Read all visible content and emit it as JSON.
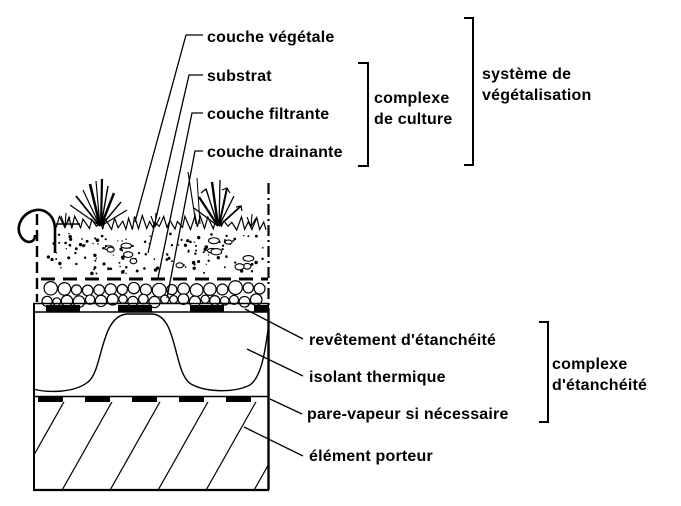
{
  "callouts": {
    "top": [
      {
        "label": "couche végétale"
      },
      {
        "label": "substrat"
      },
      {
        "label": "couche filtrante"
      },
      {
        "label": "couche drainante"
      }
    ],
    "bottom": [
      {
        "label": "revêtement d'étanchéité"
      },
      {
        "label": "isolant thermique"
      },
      {
        "label": "pare-vapeur si nécessaire"
      },
      {
        "label": "élément porteur"
      }
    ],
    "groups": [
      {
        "line1": "complexe",
        "line2": "de culture"
      },
      {
        "line1": "système de",
        "line2": "végétalisation"
      },
      {
        "line1": "complexe",
        "line2": "d'étanchéité"
      }
    ]
  },
  "colors": {
    "ink": "#000000",
    "background": "#ffffff"
  }
}
